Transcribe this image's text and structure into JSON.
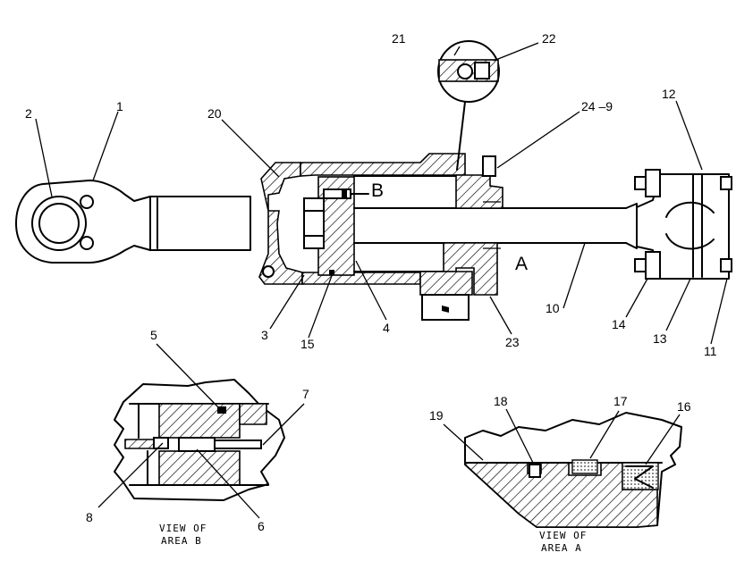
{
  "callouts": {
    "c1": "1",
    "c2": "2",
    "c3": "3",
    "c4": "4",
    "c5": "5",
    "c6": "6",
    "c7": "7",
    "c8": "8",
    "c10": "10",
    "c11": "11",
    "c12": "12",
    "c13": "13",
    "c14": "14",
    "c15": "15",
    "c16": "16",
    "c17": "17",
    "c18": "18",
    "c19": "19",
    "c20": "20",
    "c21": "21",
    "c22": "22",
    "c23": "23",
    "c24": "24 –9"
  },
  "area_letters": {
    "a": "A",
    "b": "B"
  },
  "captions": {
    "view_b_line1": "VIEW OF",
    "view_b_line2": "AREA B",
    "view_a_line1": "VIEW OF",
    "view_a_line2": "AREA A"
  }
}
